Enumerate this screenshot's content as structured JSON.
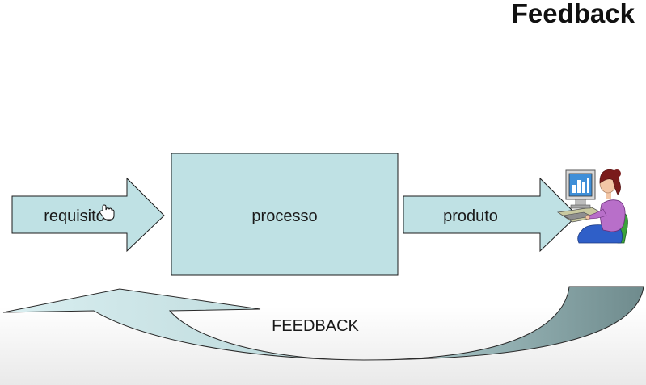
{
  "title": "Feedback",
  "diagram": {
    "input_label": "requisitos",
    "process_label": "processo",
    "output_label": "produto",
    "feedback_label": "FEEDBACK"
  },
  "icons": {
    "user": "person-at-computer-icon",
    "cursor": "hand-cursor-icon"
  },
  "colors": {
    "shape_fill": "#bfe1e4",
    "shape_stroke": "#1b1b1b",
    "feedback_arrow_light": "#cfe6e8",
    "feedback_arrow_dark": "#7e999b"
  }
}
